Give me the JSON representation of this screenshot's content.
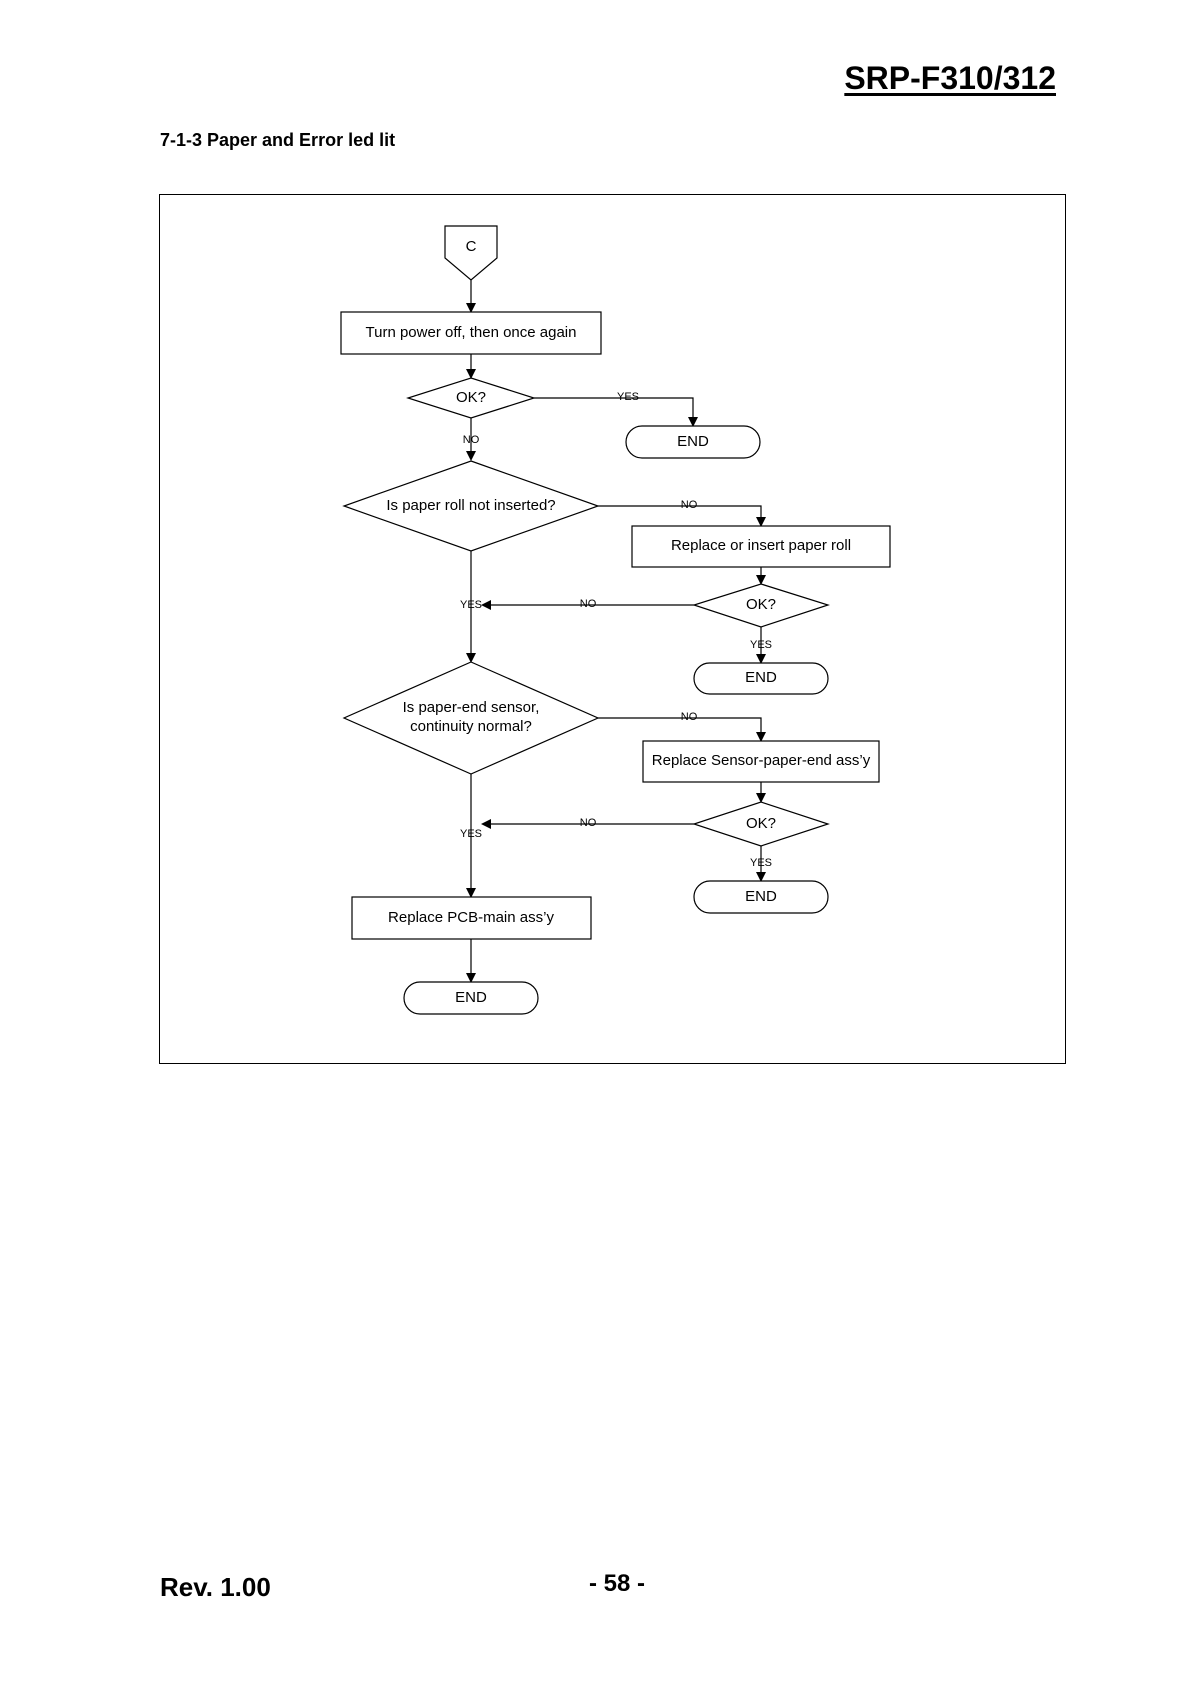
{
  "header": {
    "model": "SRP-F310/312"
  },
  "section": {
    "title": "7-1-3 Paper and Error led lit"
  },
  "flowchart": {
    "connector_label": "C",
    "step1": "Turn power off, then once again",
    "decision1": "OK?",
    "yes": "YES",
    "no": "NO",
    "end": "END",
    "decision2": "Is paper roll not inserted?",
    "step2": "Replace or insert paper roll",
    "decision3": "OK?",
    "decision4_line1": "Is paper-end sensor,",
    "decision4_line2": "continuity normal?",
    "step3": "Replace Sensor-paper-end ass’y",
    "decision5": "OK?",
    "step4": "Replace PCB-main ass’y"
  },
  "footer": {
    "revision": "Rev. 1.00",
    "page": "- 58 -"
  }
}
